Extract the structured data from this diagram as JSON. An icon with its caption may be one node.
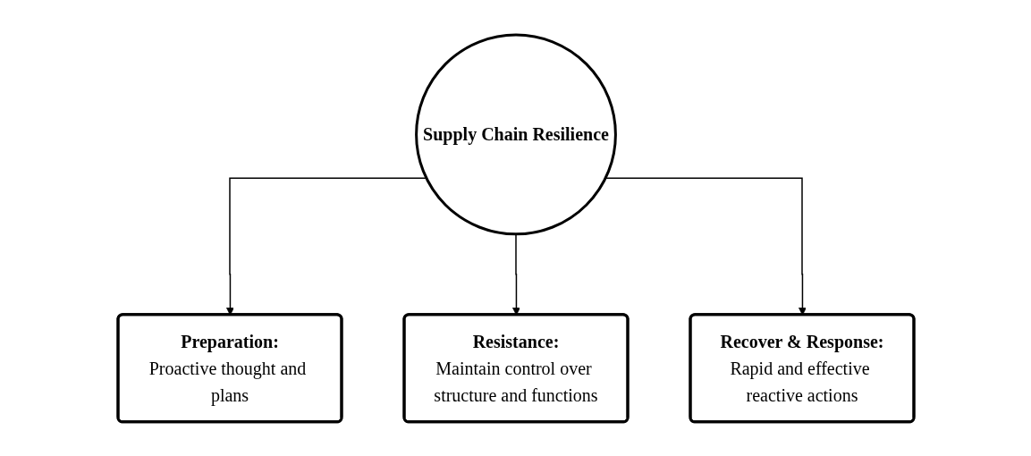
{
  "diagram": {
    "nodes": [
      {
        "text": [
          "Supply Chain Resilience"
        ]
      },
      {
        "text": [
          "Preparation:",
          "Proactive thought and plans"
        ]
      },
      {
        "text": [
          "Resistance:",
          "Maintain control over structure and functions"
        ]
      },
      {
        "text": [
          "Recover & Response:",
          "Rapid and effective reactive actions"
        ]
      }
    ],
    "edges": [
      {
        "from": 0,
        "to": 1,
        "arrow": "to"
      },
      {
        "from": 0,
        "to": 2,
        "arrow": "to"
      },
      {
        "from": 0,
        "to": 3,
        "arrow": "to"
      }
    ]
  }
}
